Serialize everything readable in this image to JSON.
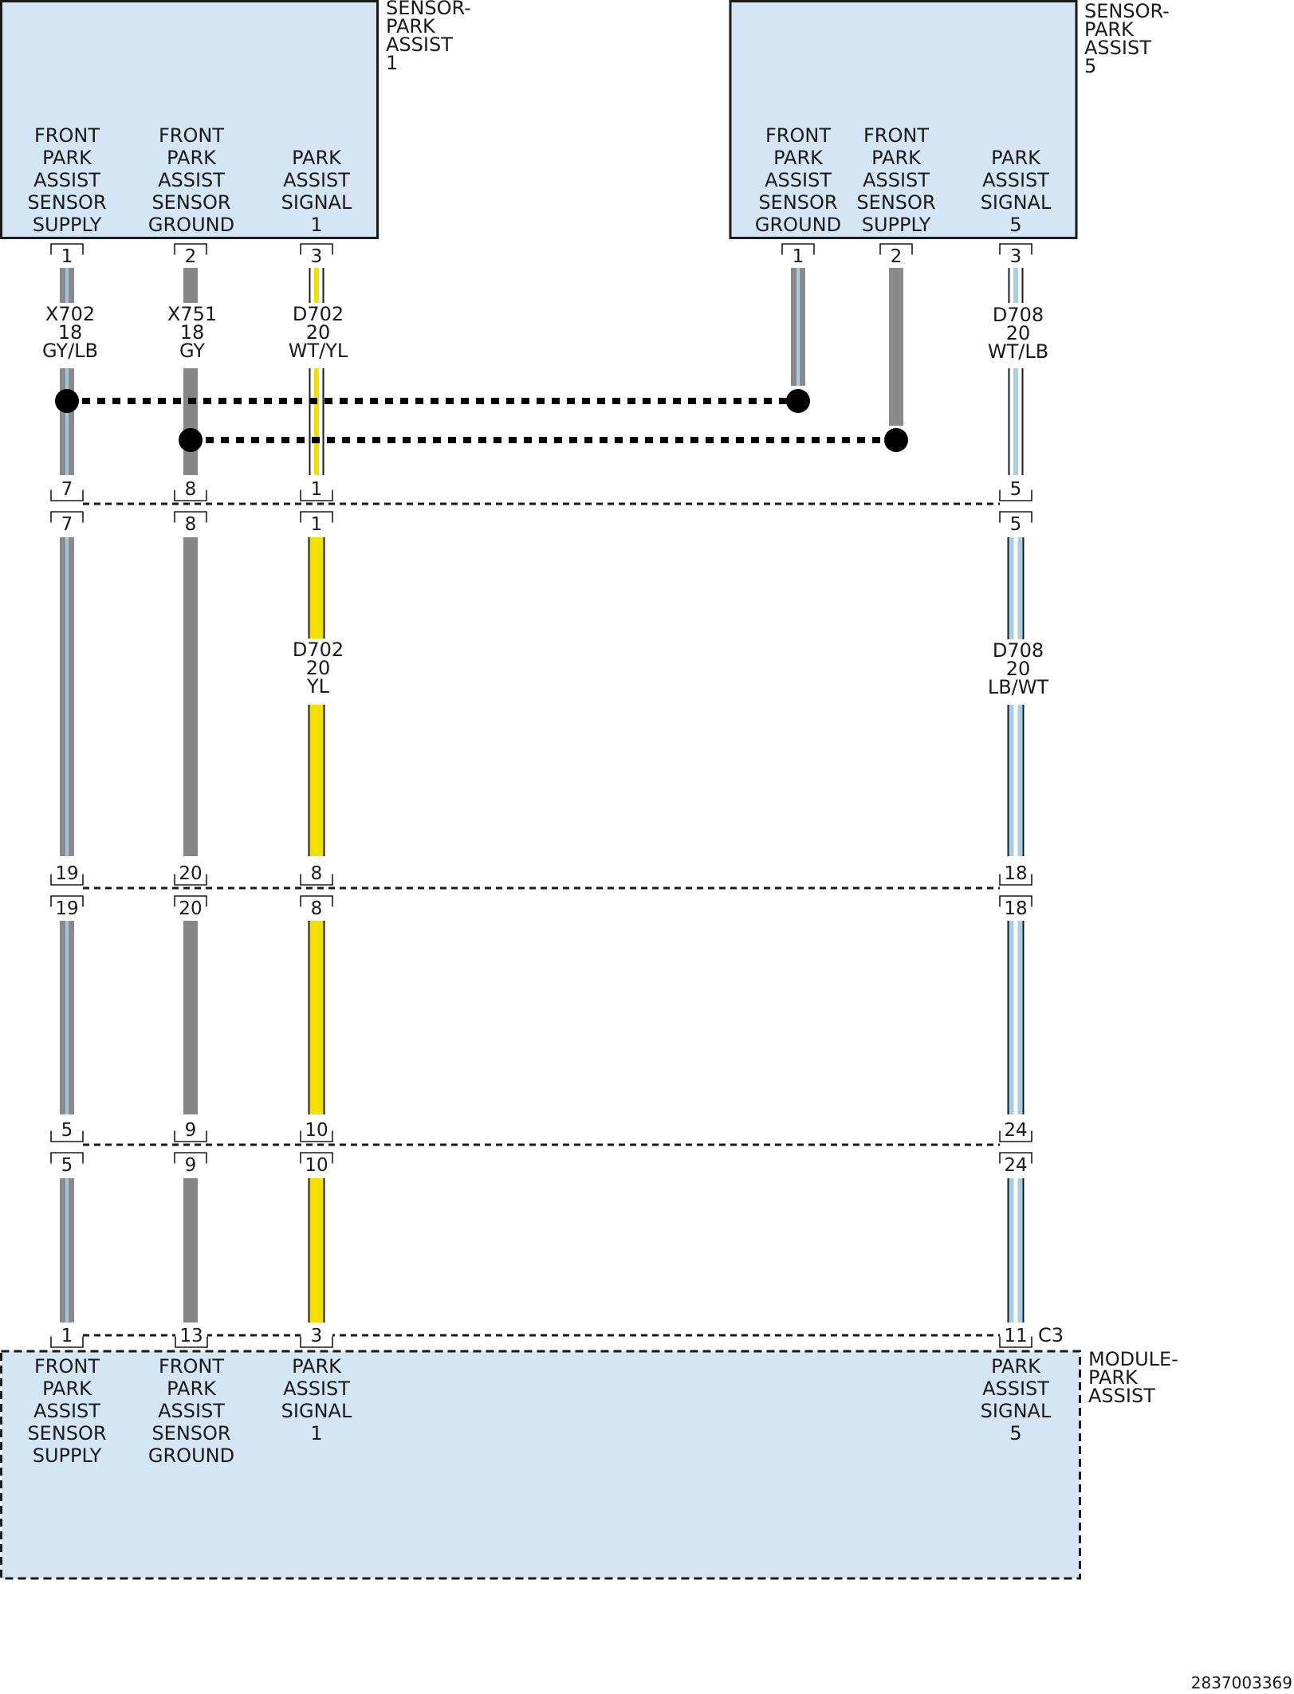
{
  "components": {
    "sensor1": {
      "name": [
        "SENSOR-",
        "PARK",
        "ASSIST",
        "1"
      ],
      "pins": [
        {
          "num": "1",
          "label": [
            "FRONT",
            "PARK",
            "ASSIST",
            "SENSOR",
            "SUPPLY"
          ]
        },
        {
          "num": "2",
          "label": [
            "FRONT",
            "PARK",
            "ASSIST",
            "SENSOR",
            "GROUND"
          ]
        },
        {
          "num": "3",
          "label": [
            "PARK",
            "ASSIST",
            "SIGNAL",
            "1"
          ]
        }
      ]
    },
    "sensor5": {
      "name": [
        "SENSOR-",
        "PARK",
        "ASSIST",
        "5"
      ],
      "pins": [
        {
          "num": "1",
          "label": [
            "FRONT",
            "PARK",
            "ASSIST",
            "SENSOR",
            "GROUND"
          ]
        },
        {
          "num": "2",
          "label": [
            "FRONT",
            "PARK",
            "ASSIST",
            "SENSOR",
            "SUPPLY"
          ]
        },
        {
          "num": "3",
          "label": [
            "PARK",
            "ASSIST",
            "SIGNAL",
            "5"
          ]
        }
      ]
    },
    "module": {
      "name": [
        "MODULE-",
        "PARK",
        "ASSIST"
      ],
      "connector": "C3",
      "pins": [
        {
          "num": "1",
          "label": [
            "FRONT",
            "PARK",
            "ASSIST",
            "SENSOR",
            "SUPPLY"
          ]
        },
        {
          "num": "13",
          "label": [
            "FRONT",
            "PARK",
            "ASSIST",
            "SENSOR",
            "GROUND"
          ]
        },
        {
          "num": "3",
          "label": [
            "PARK",
            "ASSIST",
            "SIGNAL",
            "1"
          ]
        },
        {
          "num": "11",
          "label": [
            "PARK",
            "ASSIST",
            "SIGNAL",
            "5"
          ]
        }
      ]
    }
  },
  "wires": [
    {
      "id": "supply",
      "labels": [
        [
          "X702",
          "18",
          "GY/LB"
        ]
      ],
      "color": "#8a8a8a",
      "stripe": "#9fc6dd",
      "connectors": [
        [
          "7",
          "7"
        ],
        [
          "19",
          "19"
        ],
        [
          "5",
          "5"
        ]
      ]
    },
    {
      "id": "ground",
      "labels": [
        [
          "X751",
          "18",
          "GY"
        ]
      ],
      "color": "#858585",
      "stripe": null,
      "connectors": [
        [
          "8",
          "8"
        ],
        [
          "20",
          "20"
        ],
        [
          "9",
          "9"
        ]
      ]
    },
    {
      "id": "signal1",
      "labels": [
        [
          "D702",
          "20",
          "WT/YL"
        ],
        [
          "D702",
          "20",
          "YL"
        ]
      ],
      "color": "#f2e000",
      "stripe": "#ffffff",
      "connectors": [
        [
          "1",
          "1"
        ],
        [
          "8",
          "8"
        ],
        [
          "10",
          "10"
        ]
      ]
    },
    {
      "id": "signal5",
      "labels": [
        [
          "D708",
          "20",
          "WT/LB"
        ],
        [
          "D708",
          "20",
          "LB/WT"
        ]
      ],
      "color": "#a6cfe6",
      "stripe": "#ffffff",
      "connectors": [
        [
          "5",
          "5"
        ],
        [
          "18",
          "18"
        ],
        [
          "24",
          "24"
        ]
      ]
    }
  ],
  "colors": {
    "component_fill": "#d4e5f4",
    "outline": "#1a1a1a",
    "gray_wire": "#8a8a8a",
    "light_blue": "#a6cfe6",
    "yellow": "#f2e000"
  },
  "reference": "2837003369"
}
